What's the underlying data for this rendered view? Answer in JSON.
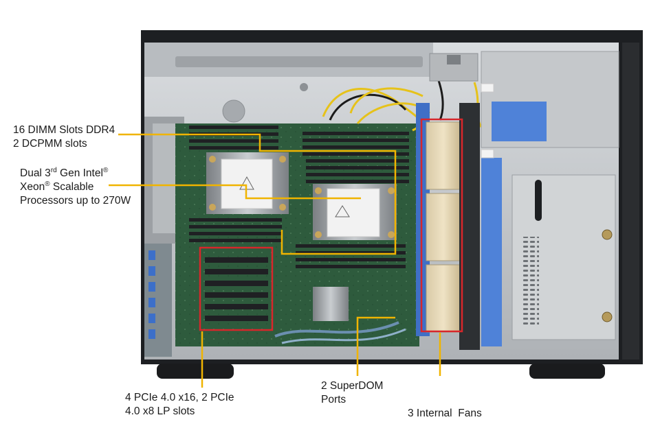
{
  "labels": {
    "dimm_line1": "16 DIMM Slots DDR4",
    "dimm_line2": "2 DCPMM slots",
    "cpu_line1_a": "Dual 3",
    "cpu_line1_sup": "rd",
    "cpu_line1_b": " Gen Intel",
    "cpu_line1_reg": "®",
    "cpu_line2_a": "Xeon",
    "cpu_line2_reg": "®",
    "cpu_line2_b": " Scalable",
    "cpu_line3": "Processors up to 270W",
    "pcie_line1": "4 PCIe 4.0 x16, 2 PCIe",
    "pcie_line2": "4.0 x8 LP slots",
    "superdom_line1": "2 SuperDOM",
    "superdom_line2": "Ports",
    "fans_line1": "3 Internal  Fans"
  },
  "colors": {
    "callout_line": "#f0b400",
    "highlight_box": "#d8262b",
    "chassis": "#c9ccd0",
    "motherboard": "#2d5a3c",
    "drive_cage_blue": "#4f82d8"
  },
  "icons": [
    "server-chassis",
    "cpu-heatsink",
    "dimm-slot",
    "pcie-slot",
    "fan-module",
    "drive-bay"
  ]
}
